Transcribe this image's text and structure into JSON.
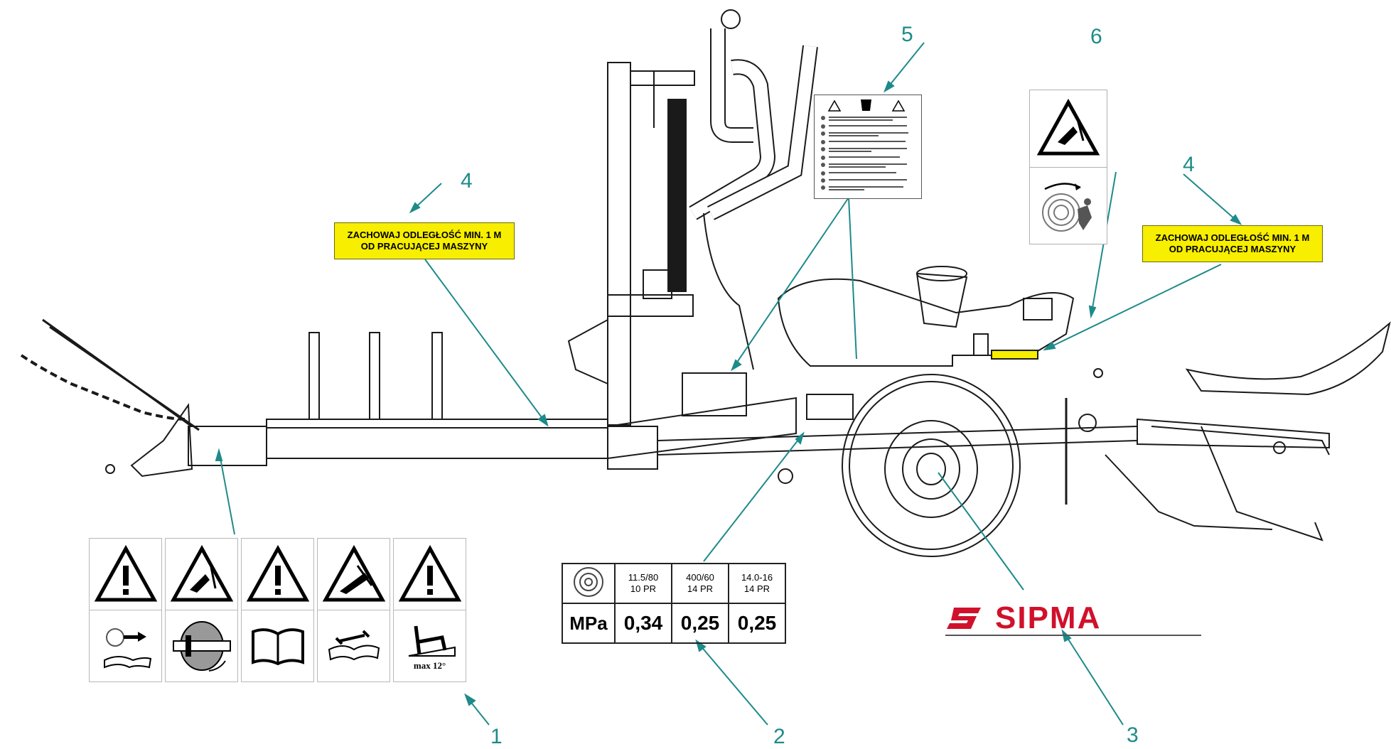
{
  "callouts": {
    "n1": "1",
    "n2": "2",
    "n3": "3",
    "n4a": "4",
    "n4b": "4",
    "n5": "5",
    "n6": "6"
  },
  "warning_label": {
    "line1": "ZACHOWAJ ODLEGŁOŚĆ MIN. 1 M",
    "line2": "OD PRACUJĄCEJ MASZYNY"
  },
  "pictograms": [
    {
      "top_icon": "warning-triangle-icon",
      "bottom_icon": "key-removal-manual-icon"
    },
    {
      "top_icon": "crush-hazard-icon",
      "bottom_icon": "rotating-table-hazard-icon"
    },
    {
      "top_icon": "warning-triangle-icon",
      "bottom_icon": "read-manual-icon"
    },
    {
      "top_icon": "hand-entanglement-icon",
      "bottom_icon": "maintenance-manual-icon"
    },
    {
      "top_icon": "warning-triangle-icon",
      "bottom_icon": "slope-limit-icon",
      "caption": "max 12°"
    }
  ],
  "tire_table": {
    "unit": "MPa",
    "columns": [
      {
        "size": "11.5/80",
        "ply": "10 PR",
        "pressure": "0,34"
      },
      {
        "size": "400/60",
        "ply": "14 PR",
        "pressure": "0,25"
      },
      {
        "size": "14.0-16",
        "ply": "14 PR",
        "pressure": "0,25"
      }
    ]
  },
  "brand": {
    "name": "SIPMA",
    "color": "#d0112b"
  },
  "colors": {
    "callout": "#1e8a8a",
    "label_yellow": "#f7ee00",
    "line": "#222222"
  }
}
